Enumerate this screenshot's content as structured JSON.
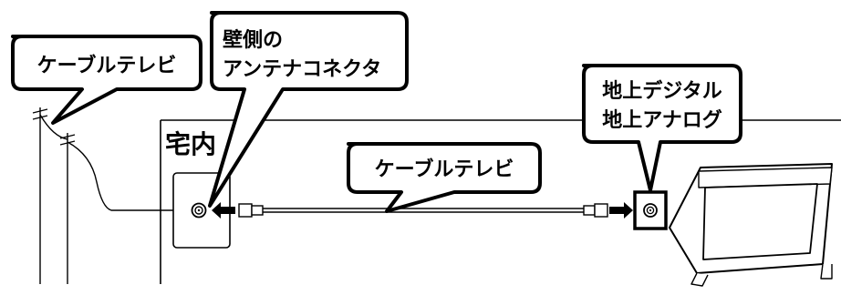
{
  "labels": {
    "cable_tv_top": "ケーブルテレビ",
    "wall_line1": "壁側の",
    "wall_line2": "アンテナコネクタ",
    "home": "宅内",
    "cable_tv_center": "ケーブルテレビ",
    "tv_line1": "地上デジタル",
    "tv_line2": "地上アナログ"
  }
}
